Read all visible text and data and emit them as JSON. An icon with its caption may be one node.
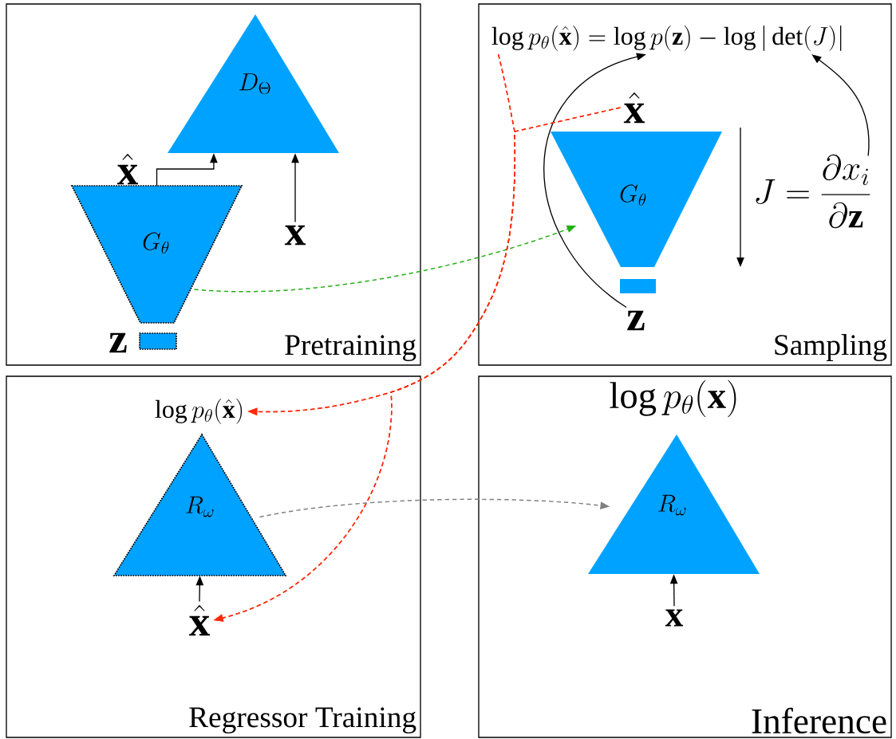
{
  "diagram": {
    "nodes": [
      {
        "text": [
          "Pretraining"
        ]
      },
      {
        "text": [
          "D_\\Theta"
        ],
        "in": 0
      },
      {
        "text": [
          "G_\\theta"
        ],
        "in": 0,
        "beside": [
          "\\hat{\\mathbf{x}}"
        ]
      },
      {
        "text": [
          "\\mathbf{x}"
        ],
        "in": 0
      },
      {
        "text": [],
        "shape": "bar",
        "in": 0,
        "beside": [
          "\\mathbf{z}"
        ]
      },
      {
        "text": [
          "Sampling"
        ]
      },
      {
        "text": [
          "\\log p_\\theta(\\hat{\\mathbf{x}}) = \\log p(\\mathbf{z}) - \\log|\\det(J)|"
        ],
        "in": 5
      },
      {
        "text": [
          "\\hat{\\mathbf{x}}"
        ],
        "in": 5
      },
      {
        "text": [
          "G_\\theta"
        ],
        "in": 5
      },
      {
        "text": [
          "J = \\frac{\\partial x_i}{\\partial \\mathbf{z}}"
        ],
        "in": 5
      },
      {
        "text": [],
        "shape": "bar",
        "in": 5
      },
      {
        "text": [
          "\\mathbf{z}"
        ],
        "in": 5
      },
      {
        "text": [
          "Regressor Training"
        ]
      },
      {
        "text": [
          "\\log p_\\theta(\\hat{\\mathbf{x}})"
        ],
        "in": 12
      },
      {
        "text": [
          "R_\\omega"
        ],
        "in": 12
      },
      {
        "text": [
          "\\hat{\\mathbf{x}}"
        ],
        "in": 12
      },
      {
        "text": [
          "Inference"
        ]
      },
      {
        "text": [
          "\\log p_\\theta(\\mathbf{x})"
        ],
        "in": 16
      },
      {
        "text": [
          "R_\\omega"
        ],
        "in": 16
      },
      {
        "text": [
          "\\mathbf{x}"
        ],
        "in": 16
      }
    ],
    "edges": [
      {
        "from": 2,
        "to": 1,
        "arrow": "to"
      },
      {
        "from": 3,
        "to": 1,
        "arrow": "to"
      },
      {
        "from": 2,
        "to": 8,
        "arrow": "to",
        "style": "dashed",
        "color": "#22b014"
      },
      {
        "from": 11,
        "to": 6,
        "arrow": "to"
      },
      {
        "from": 9,
        "to": 6,
        "arrow": "to"
      },
      {
        "from": 6,
        "to": 13,
        "arrow": "to",
        "style": "dashed",
        "color": "#ff2a0a"
      },
      {
        "from": 6,
        "to": 15,
        "arrow": "to",
        "style": "dashed",
        "color": "#ff2a0a"
      },
      {
        "from": 7,
        "to": 13,
        "arrow": "to",
        "style": "dashed",
        "color": "#ff2a0a"
      },
      {
        "from": 7,
        "to": 15,
        "arrow": "to",
        "style": "dashed",
        "color": "#ff2a0a"
      },
      {
        "from": 14,
        "to": 18,
        "arrow": "to",
        "style": "dashed",
        "color": "#808080"
      },
      {
        "from": 15,
        "to": 14,
        "arrow": "to"
      },
      {
        "from": 19,
        "to": 18,
        "arrow": "to"
      }
    ]
  }
}
